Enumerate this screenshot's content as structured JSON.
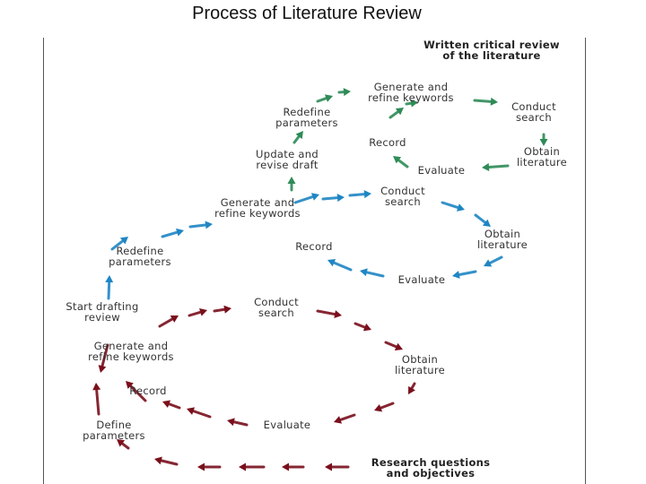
{
  "title": "Process of Literature Review",
  "colors": {
    "cycle1": "#7a0f1c",
    "cycle2": "#1f86c4",
    "cycle3": "#2e8b57",
    "text": "#333333"
  },
  "labels": {
    "research_questions": [
      "Research questions",
      "and objectives"
    ],
    "define_parameters": [
      "Define",
      "parameters"
    ],
    "record_1": [
      "Record"
    ],
    "generate_keywords_1": [
      "Generate and",
      "refine keywords"
    ],
    "conduct_search_1": [
      "Conduct",
      "search"
    ],
    "obtain_literature_1": [
      "Obtain",
      "literature"
    ],
    "evaluate_1": [
      "Evaluate"
    ],
    "start_drafting": [
      "Start drafting",
      "review"
    ],
    "redefine_parameters_1": [
      "Redefine",
      "parameters"
    ],
    "generate_keywords_2": [
      "Generate and",
      "refine keywords"
    ],
    "conduct_search_2": [
      "Conduct",
      "search"
    ],
    "obtain_literature_2": [
      "Obtain",
      "literature"
    ],
    "evaluate_2": [
      "Evaluate"
    ],
    "record_2": [
      "Record"
    ],
    "update_revise": [
      "Update and",
      "revise draft"
    ],
    "redefine_parameters_2": [
      "Redefine",
      "parameters"
    ],
    "generate_keywords_3": [
      "Generate and",
      "refine keywords"
    ],
    "conduct_search_3": [
      "Conduct",
      "search"
    ],
    "obtain_literature_3": [
      "Obtain",
      "literature"
    ],
    "evaluate_3": [
      "Evaluate"
    ],
    "record_3": [
      "Record"
    ],
    "written_review": [
      "Written critical review",
      "of the literature"
    ]
  }
}
